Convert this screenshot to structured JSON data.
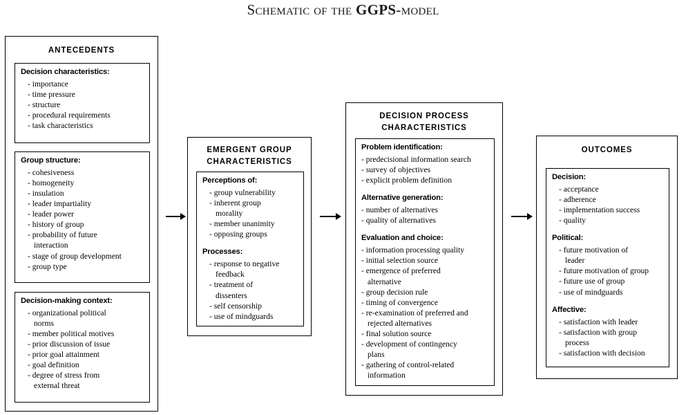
{
  "title": {
    "prefix": "Schematic of the ",
    "brand": "GGPS",
    "suffix": "-model"
  },
  "stages": [
    {
      "id": "antecedents",
      "heading": "ANTECEDENTS",
      "groups": [
        {
          "heading": "Decision characteristics:",
          "items": [
            "- importance",
            "- time pressure",
            "- structure",
            "- procedural requirements",
            "- task characteristics"
          ]
        },
        {
          "heading": "Group structure:",
          "items": [
            "- cohesiveness",
            "- homogeneity",
            "- insulation",
            "- leader impartiality",
            "- leader power",
            "- history of group",
            "- probability of future\n   interaction",
            "- stage of group development",
            "- group type"
          ]
        },
        {
          "heading": "Decision-making context:",
          "items": [
            "- organizational political\n   norms",
            "- member political motives",
            "- prior discussion of issue",
            "- prior goal attainment",
            "- goal definition",
            "- degree of stress from\n   external threat"
          ]
        }
      ]
    },
    {
      "id": "emergent-group-characteristics",
      "heading": "EMERGENT GROUP\nCHARACTERISTICS",
      "groups": [
        {
          "heading": "Perceptions of:",
          "items": [
            "- group vulnerability",
            "- inherent group\n   morality",
            "- member unanimity",
            "- opposing groups"
          ]
        },
        {
          "heading": "Processes:",
          "items": [
            "- response to negative\n   feedback",
            "- treatment of\n   dissenters",
            "- self censorship",
            "- use of mindguards"
          ]
        }
      ]
    },
    {
      "id": "decision-process-characteristics",
      "heading": "DECISION PROCESS\nCHARACTERISTICS",
      "groups": [
        {
          "heading": "Problem identification:",
          "items": [
            "- predecisional information search",
            "- survey of objectives",
            "- explicit problem definition"
          ]
        },
        {
          "heading": "Alternative generation:",
          "items": [
            "- number of alternatives",
            "- quality of alternatives"
          ]
        },
        {
          "heading": "Evaluation and choice:",
          "items": [
            "- information processing quality",
            "- initial selection source",
            "- emergence of preferred\n   alternative",
            "- group decision rule",
            "- timing of convergence",
            "- re-examination of preferred and\n   rejected alternatives",
            "- final solution source",
            "- development of contingency\n   plans",
            "- gathering of control-related\n   information"
          ]
        }
      ]
    },
    {
      "id": "outcomes",
      "heading": "OUTCOMES",
      "groups": [
        {
          "heading": "Decision:",
          "items": [
            "- acceptance",
            "- adherence",
            "- implementation success",
            "- quality"
          ]
        },
        {
          "heading": "Political:",
          "items": [
            "- future motivation of\n   leader",
            "- future motivation of group",
            "- future use of group",
            "- use of mindguards"
          ]
        },
        {
          "heading": "Affective:",
          "items": [
            "- satisfaction with leader",
            "- satisfaction with group\n   process",
            "- satisfaction with decision"
          ]
        }
      ]
    }
  ],
  "arrows": [
    {
      "name": "arrow-antecedents-to-emergent"
    },
    {
      "name": "arrow-emergent-to-decision-process"
    },
    {
      "name": "arrow-decision-process-to-outcomes"
    }
  ],
  "colors": {
    "stroke": "#000000",
    "background": "#ffffff",
    "title": "#1a1a1a"
  }
}
